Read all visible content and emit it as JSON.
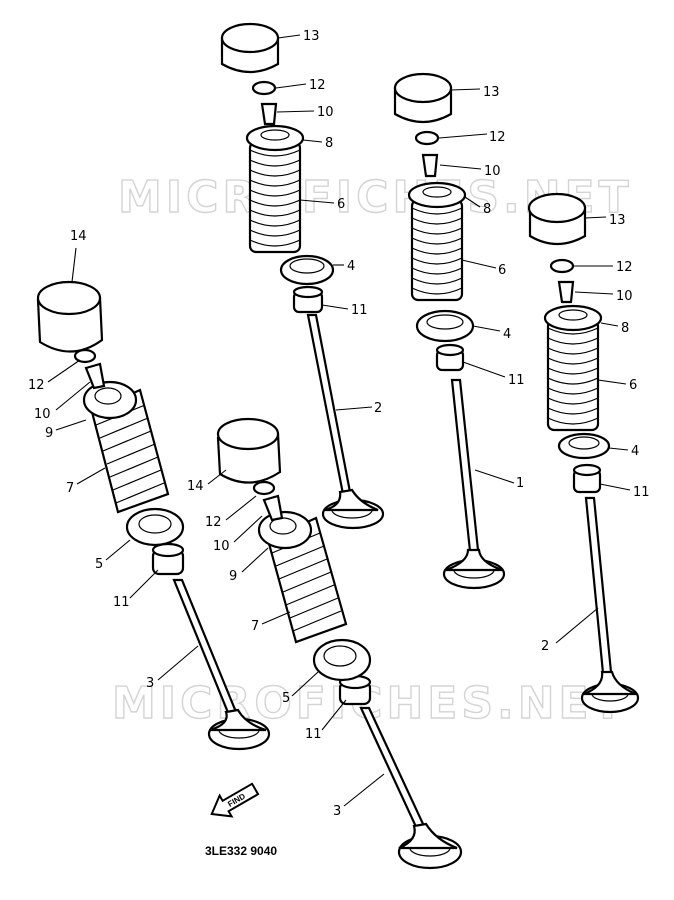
{
  "watermark": "MICROFICHES.NET",
  "diagram_code": "3LE332 9040",
  "find_label": "FIND",
  "callouts": {
    "a13": "13",
    "a12": "12",
    "a10": "10",
    "a8": "8",
    "a6": "6",
    "a4": "4",
    "a11": "11",
    "a2": "2",
    "b13": "13",
    "b12": "12",
    "b10": "10",
    "b8": "8",
    "b6": "6",
    "b4": "4",
    "b11": "11",
    "b1": "1",
    "c13": "13",
    "c12": "12",
    "c10": "10",
    "c8": "8",
    "c6": "6",
    "c4": "4",
    "c11": "11",
    "c2": "2",
    "d14": "14",
    "d12": "12",
    "d10": "10",
    "d9": "9",
    "d7": "7",
    "d5": "5",
    "d11": "11",
    "d3": "3",
    "e14": "14",
    "e12": "12",
    "e10": "10",
    "e9": "9",
    "e7": "7",
    "e5": "5",
    "e11": "11",
    "e3": "3"
  }
}
